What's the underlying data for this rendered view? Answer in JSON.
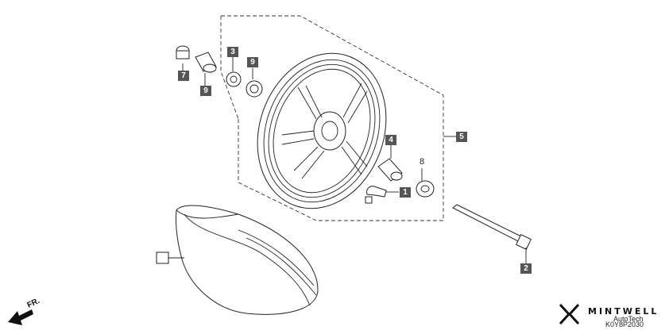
{
  "callouts": {
    "c1": "1",
    "c2": "2",
    "c3": "3",
    "c4": "4",
    "c5": "5",
    "c7": "7",
    "c8": "8",
    "c9": "9",
    "c10": "9"
  },
  "brand": {
    "name": "MINTWELL",
    "sub": "AutoTech",
    "code": "K0Y8P2030"
  },
  "direction": "FR.",
  "colors": {
    "callout_fill": "#555555",
    "line": "#222222"
  }
}
